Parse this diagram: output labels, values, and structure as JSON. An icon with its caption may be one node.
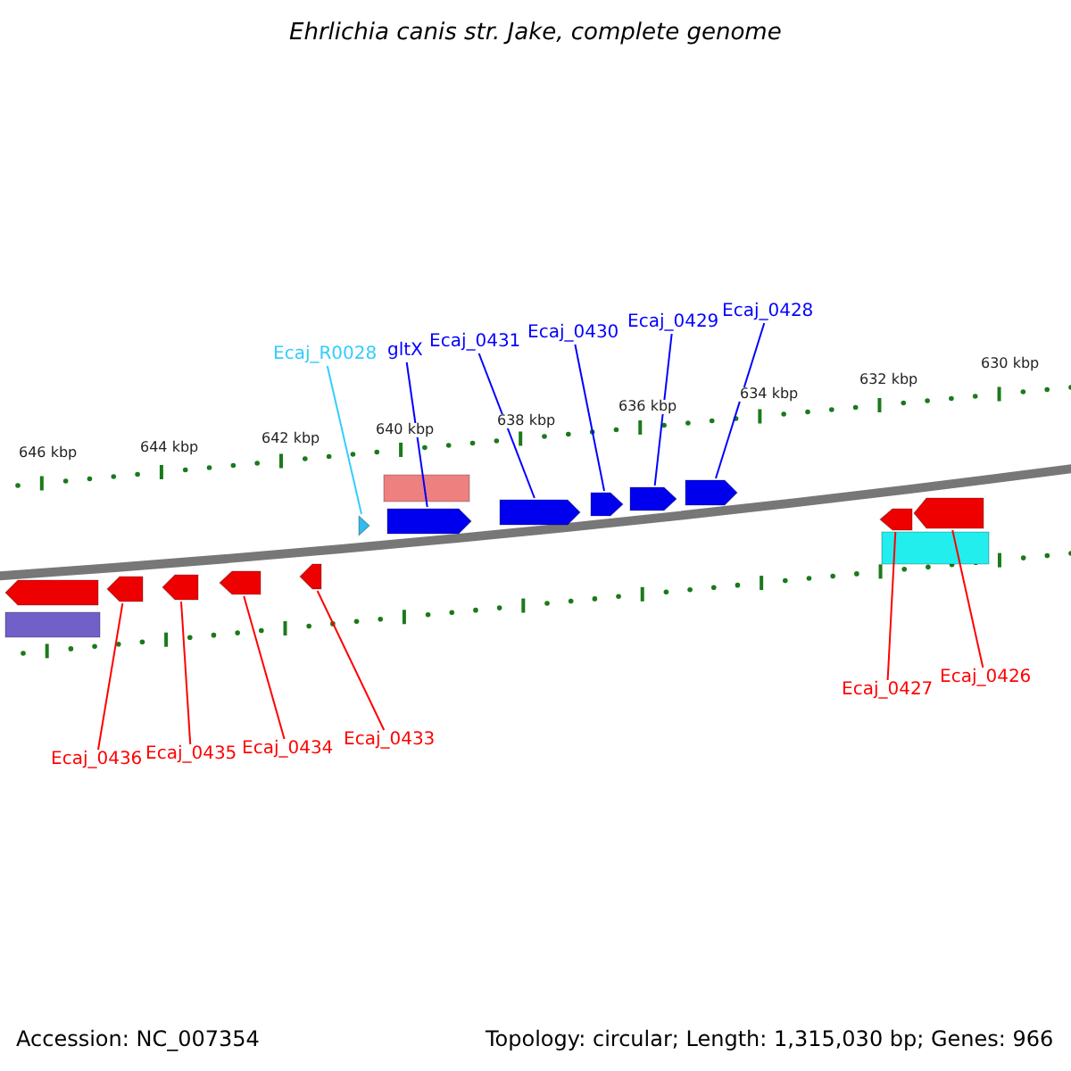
{
  "diagram": {
    "title": "Ehrlichia canis str. Jake, complete genome",
    "nodes": [
      {
        "text": [
          "Ecaj_R0028"
        ]
      },
      {
        "text": [
          "gltX"
        ]
      },
      {
        "text": [
          "Ecaj_0431"
        ]
      },
      {
        "text": [
          "Ecaj_0430"
        ]
      },
      {
        "text": [
          "Ecaj_0429"
        ]
      },
      {
        "text": [
          "Ecaj_0428"
        ]
      },
      {
        "text": [
          "Ecaj_0427"
        ]
      },
      {
        "text": [
          "Ecaj_0426"
        ]
      },
      {
        "text": [
          "Ecaj_0436"
        ]
      },
      {
        "text": [
          "Ecaj_0435"
        ]
      },
      {
        "text": [
          "Ecaj_0434"
        ]
      },
      {
        "text": [
          "Ecaj_0433"
        ]
      },
      {
        "text": [],
        "shape": "bar"
      },
      {
        "text": [],
        "shape": "pentagon"
      },
      {
        "text": [],
        "shape": "pentagon"
      },
      {
        "text": [],
        "shape": "pentagon"
      },
      {
        "text": [],
        "shape": "pentagon"
      },
      {
        "text": [],
        "shape": "pentagon"
      },
      {
        "text": [],
        "shape": "triangle"
      },
      {
        "text": [],
        "shape": "bar"
      },
      {
        "text": [],
        "shape": "pentagon"
      },
      {
        "text": [],
        "shape": "pentagon"
      },
      {
        "text": [],
        "shape": "pentagon"
      },
      {
        "text": [],
        "shape": "pentagon"
      },
      {
        "text": [],
        "shape": "pentagon"
      },
      {
        "text": [],
        "shape": "pentagon"
      },
      {
        "text": [],
        "shape": "bar"
      },
      {
        "text": [],
        "shape": "pentagon"
      }
    ],
    "edges": [
      {
        "from": 0,
        "to": 18,
        "arrow": "none",
        "color": "#33ccff"
      },
      {
        "from": 1,
        "to": 20,
        "arrow": "none",
        "color": "#0000ff"
      },
      {
        "from": 2,
        "to": 21,
        "arrow": "none",
        "color": "#0000ff"
      },
      {
        "from": 3,
        "to": 22,
        "arrow": "none",
        "color": "#0000ff"
      },
      {
        "from": 4,
        "to": 23,
        "arrow": "none",
        "color": "#0000ff"
      },
      {
        "from": 5,
        "to": 24,
        "arrow": "none",
        "color": "#0000ff"
      },
      {
        "from": 6,
        "to": 25,
        "arrow": "none",
        "color": "#ff0000"
      },
      {
        "from": 7,
        "to": 27,
        "arrow": "none",
        "color": "#ff0000"
      },
      {
        "from": 8,
        "to": 14,
        "arrow": "none",
        "color": "#ff0000"
      },
      {
        "from": 9,
        "to": 15,
        "arrow": "none",
        "color": "#ff0000"
      },
      {
        "from": 10,
        "to": 16,
        "arrow": "none",
        "color": "#ff0000"
      },
      {
        "from": 11,
        "to": 17,
        "arrow": "none",
        "color": "#ff0000"
      }
    ],
    "labels": [
      "646 kbp",
      "644 kbp",
      "642 kbp",
      "640 kbp",
      "638 kbp",
      "636 kbp",
      "634 kbp",
      "632 kbp",
      "630 kbp",
      "Accession: NC_007354",
      "Topology: circular; Length: 1,315,030 bp; Genes: 966"
    ]
  }
}
